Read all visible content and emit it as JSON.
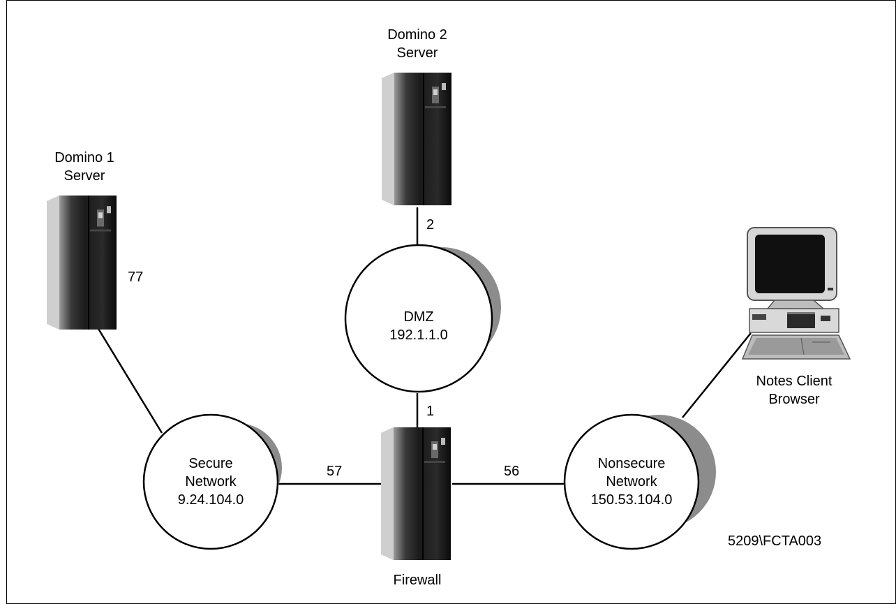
{
  "servers": {
    "domino2": {
      "line1": "Domino 2",
      "line2": "Server"
    },
    "domino1": {
      "line1": "Domino 1",
      "line2": "Server"
    },
    "firewall": {
      "label": "Firewall"
    },
    "client": {
      "line1": "Notes Client",
      "line2": "Browser"
    }
  },
  "networks": {
    "dmz": {
      "line1": "DMZ",
      "line2": "192.1.1.0"
    },
    "secure": {
      "line1": "Secure",
      "line2": "Network",
      "line3": "9.24.104.0"
    },
    "nonsecure": {
      "line1": "Nonsecure",
      "line2": "Network",
      "line3": "150.53.104.0"
    }
  },
  "links": {
    "domino2_dmz": "2",
    "domino1": "77",
    "dmz_firewall": "1",
    "secure_firewall": "57",
    "firewall_nonsecure": "56"
  },
  "figure_id": "5209\\FCTA003"
}
